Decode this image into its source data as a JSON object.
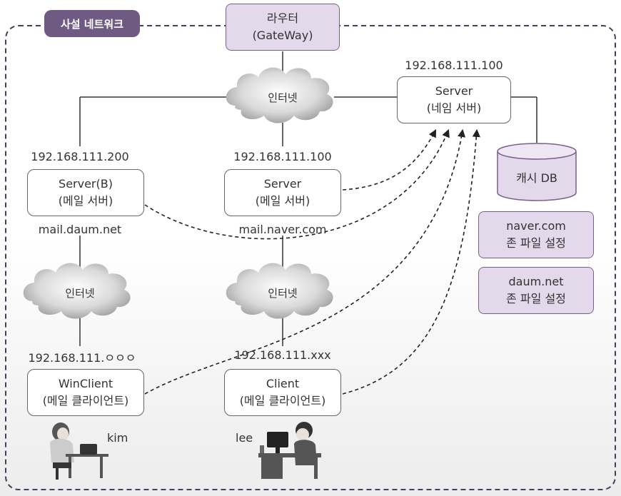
{
  "network_label": "사설 네트워크",
  "router": {
    "line1": "라우터",
    "line2": "(GateWay)"
  },
  "clouds": {
    "top": "인터넷",
    "left": "인터넷",
    "middle": "인터넷"
  },
  "name_server": {
    "ip": "192.168.111.100",
    "line1": "Server",
    "line2": "(네임 서버)"
  },
  "cache_db": "캐시 DB",
  "zone_files": [
    {
      "line1": "naver.com",
      "line2": "존 파일 설정"
    },
    {
      "line1": "daum.net",
      "line2": "존 파일 설정"
    }
  ],
  "mail_server_b": {
    "ip": "192.168.111.200",
    "line1": "Server(B)",
    "line2": "(메일 서버)",
    "domain": "mail.daum.net"
  },
  "mail_server": {
    "ip": "192.168.111.100",
    "line1": "Server",
    "line2": "(메일 서버)",
    "domain": "mail.naver.com"
  },
  "win_client": {
    "ip": "192.168.111.ㅇㅇㅇ",
    "line1": "WinClient",
    "line2": "(메일 클라이언트)",
    "user": "kim"
  },
  "client": {
    "ip": "192.168.111.xxx",
    "line1": "Client",
    "line2": "(메일 클라이언트)",
    "user": "lee"
  },
  "colors": {
    "accent": "#6e5a83",
    "zone_fill": "#e3d9ea",
    "line": "#333333"
  }
}
